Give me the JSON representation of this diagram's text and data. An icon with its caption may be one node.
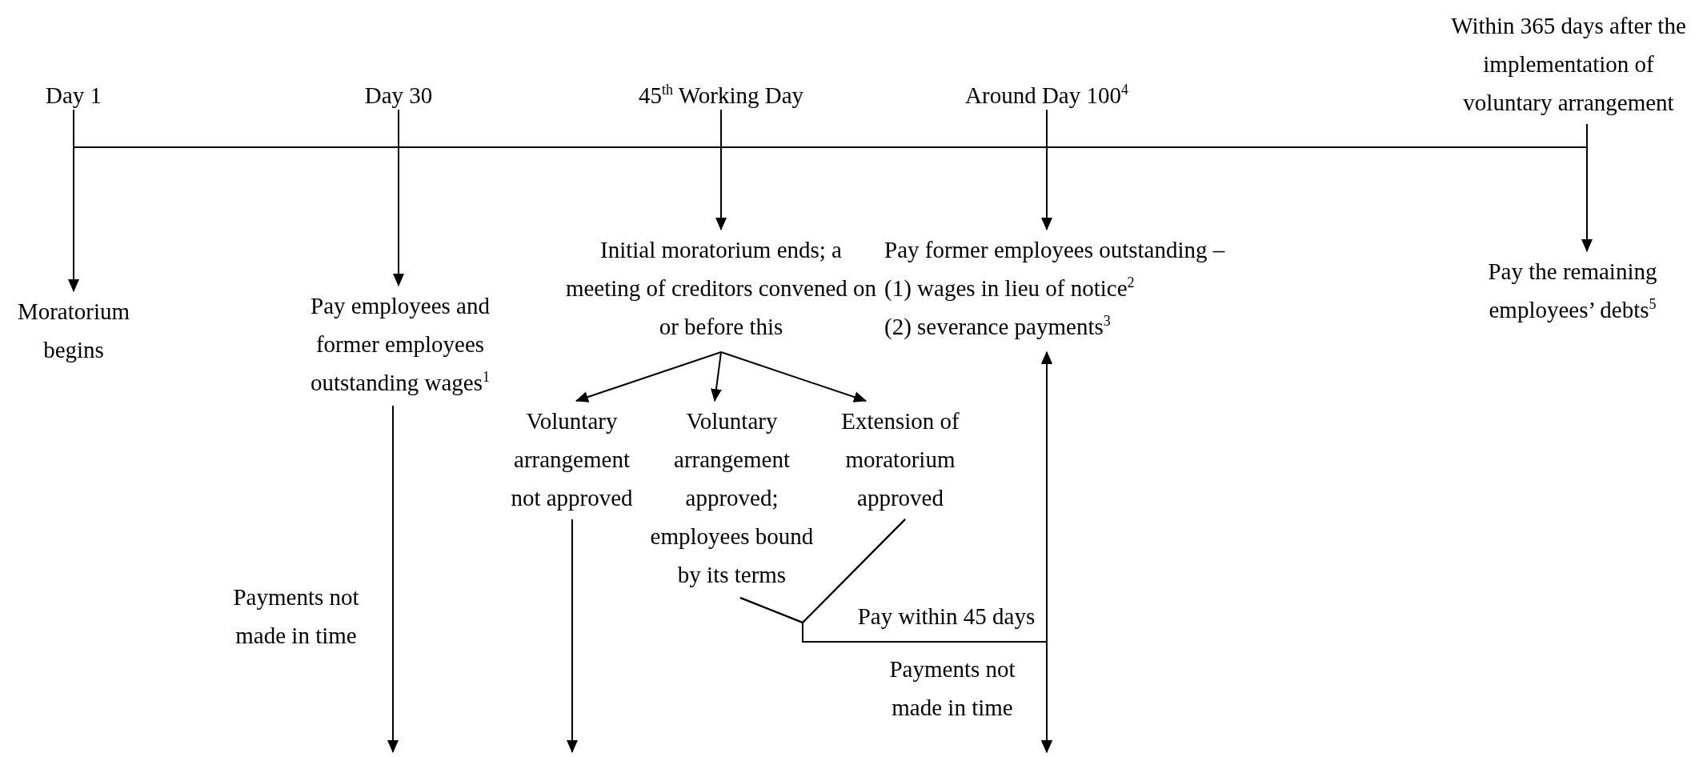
{
  "diagram": {
    "nodes": [
      {
        "text": [
          "Day 1"
        ]
      },
      {
        "text": [
          "Day 30"
        ]
      },
      {
        "text": [
          "45$^{th}$ Working Day"
        ]
      },
      {
        "text": [
          "Around Day 100$^{4}$"
        ]
      },
      {
        "text": [
          "Within 365 days after the implementation of voluntary arrangement"
        ]
      },
      {
        "text": [
          "Moratorium begins"
        ]
      },
      {
        "text": [
          "Pay employees and former employees outstanding wages$^{1}$"
        ]
      },
      {
        "text": [
          "Initial moratorium ends; a meeting of creditors convened on or before this"
        ]
      },
      {
        "text": [
          "Pay former employees outstanding –",
          "(1) wages in lieu of notice$^{2}$",
          "(2) severance payments$^{3}$"
        ]
      },
      {
        "text": [
          "Pay the remaining employees’ debts$^{5}$"
        ]
      },
      {
        "text": [
          "Voluntary arrangement not approved"
        ]
      },
      {
        "text": [
          "Voluntary arrangement approved; employees bound by its terms"
        ]
      },
      {
        "text": [
          "Extension of moratorium approved"
        ]
      }
    ],
    "edges": [
      {
        "from": 0,
        "to": 5,
        "arrow": "to"
      },
      {
        "from": 1,
        "to": 6,
        "arrow": "to"
      },
      {
        "from": 2,
        "to": 7,
        "arrow": "to"
      },
      {
        "from": 3,
        "to": 8,
        "arrow": "to"
      },
      {
        "from": 4,
        "to": 9,
        "arrow": "to"
      },
      {
        "from": 6,
        "to": null,
        "arrow": "to",
        "label": "Payments not made in time"
      },
      {
        "from": 7,
        "to": 10,
        "arrow": "to"
      },
      {
        "from": 7,
        "to": 11,
        "arrow": "to"
      },
      {
        "from": 7,
        "to": 12,
        "arrow": "to"
      },
      {
        "from": 10,
        "to": null,
        "arrow": "to"
      },
      {
        "from": 11,
        "to": 8,
        "arrow": "to",
        "label": "Pay within 45 days"
      },
      {
        "from": 12,
        "to": 8,
        "arrow": "to"
      },
      {
        "from": 11,
        "to": null,
        "arrow": "to",
        "label": "Payments not made in time"
      },
      {
        "from": 12,
        "to": null,
        "arrow": "to"
      }
    ]
  }
}
